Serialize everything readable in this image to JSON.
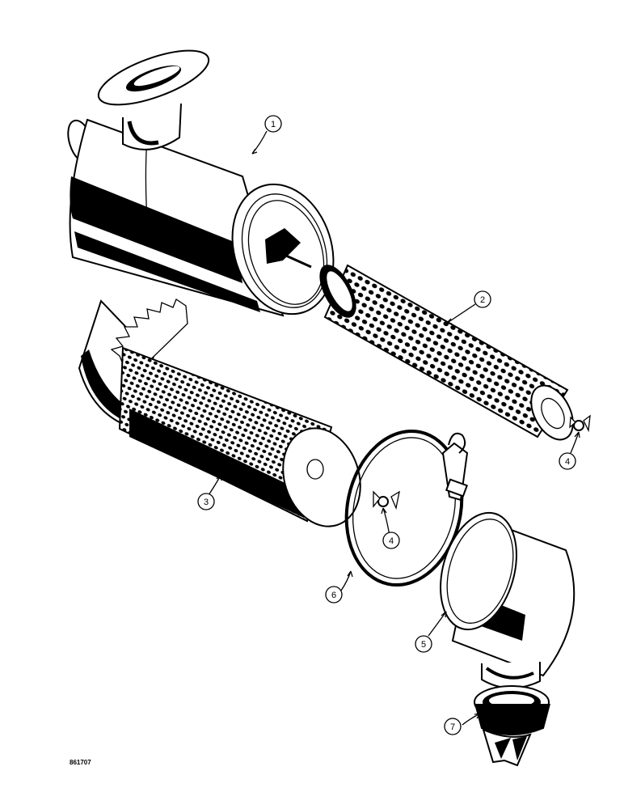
{
  "callouts": [
    {
      "id": "1",
      "label": "1"
    },
    {
      "id": "2",
      "label": "2"
    },
    {
      "id": "3",
      "label": "3"
    },
    {
      "id": "4a",
      "label": "4"
    },
    {
      "id": "4b",
      "label": "4"
    },
    {
      "id": "5",
      "label": "5"
    },
    {
      "id": "6",
      "label": "6"
    },
    {
      "id": "7",
      "label": "7"
    }
  ],
  "reference_number": "861707"
}
